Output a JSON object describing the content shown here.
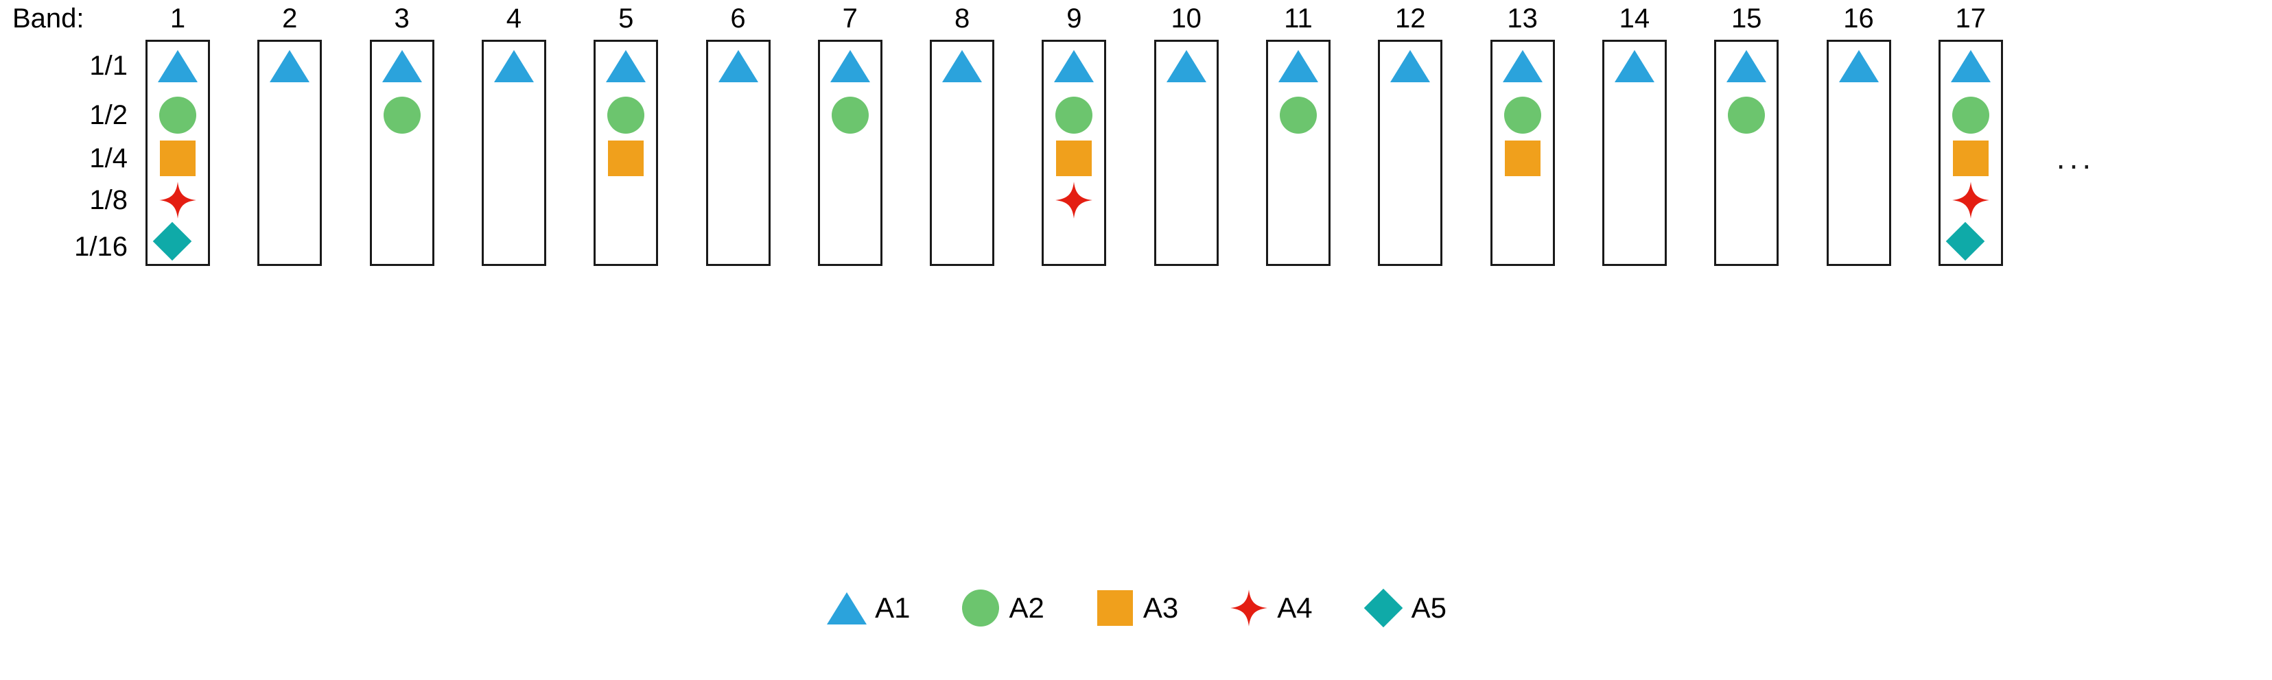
{
  "header": {
    "band_label": "Band:",
    "band_numbers": [
      "1",
      "2",
      "3",
      "4",
      "5",
      "6",
      "7",
      "8",
      "9",
      "10",
      "11",
      "12",
      "13",
      "14",
      "15",
      "16",
      "17"
    ],
    "ellipsis": "..."
  },
  "scale_labels": [
    "1/1",
    "1/2",
    "1/4",
    "1/8",
    "1/16"
  ],
  "legend": {
    "items": [
      {
        "label": "A1",
        "shape": "triangle",
        "color": "#2BA3DC",
        "icon": "triangle-icon"
      },
      {
        "label": "A2",
        "shape": "circle",
        "color": "#6CC56E",
        "icon": "circle-icon"
      },
      {
        "label": "A3",
        "shape": "square",
        "color": "#F0A01C",
        "icon": "square-icon"
      },
      {
        "label": "A4",
        "shape": "star",
        "color": "#E41E12",
        "icon": "star-icon"
      },
      {
        "label": "A5",
        "shape": "diamond",
        "color": "#0FAAA8",
        "icon": "diamond-icon"
      }
    ]
  },
  "colors": {
    "a1_blue": "#2BA3DC",
    "a2_green": "#6CC56E",
    "a3_orange": "#F0A01C",
    "a4_red": "#E41E12",
    "a5_teal": "#0FAAA8",
    "border": "#1a1a1a",
    "background": "#ffffff"
  },
  "chart_data": {
    "type": "table",
    "title": "",
    "xlabel": "Band",
    "ylabel": "",
    "categories": [
      "1",
      "2",
      "3",
      "4",
      "5",
      "6",
      "7",
      "8",
      "9",
      "10",
      "11",
      "12",
      "13",
      "14",
      "15",
      "16",
      "17"
    ],
    "row_labels": [
      "1/1",
      "1/2",
      "1/4",
      "1/8",
      "1/16"
    ],
    "series": [
      {
        "name": "A1",
        "row": "1/1",
        "shape": "triangle",
        "color": "#2BA3DC",
        "present_bands": [
          1,
          2,
          3,
          4,
          5,
          6,
          7,
          8,
          9,
          10,
          11,
          12,
          13,
          14,
          15,
          16,
          17
        ],
        "values": [
          1,
          1,
          1,
          1,
          1,
          1,
          1,
          1,
          1,
          1,
          1,
          1,
          1,
          1,
          1,
          1,
          1
        ]
      },
      {
        "name": "A2",
        "row": "1/2",
        "shape": "circle",
        "color": "#6CC56E",
        "present_bands": [
          1,
          3,
          5,
          7,
          9,
          11,
          13,
          15,
          17
        ],
        "values": [
          1,
          0,
          1,
          0,
          1,
          0,
          1,
          0,
          1,
          0,
          1,
          0,
          1,
          0,
          1,
          0,
          1
        ]
      },
      {
        "name": "A3",
        "row": "1/4",
        "shape": "square",
        "color": "#F0A01C",
        "present_bands": [
          1,
          5,
          9,
          13,
          17
        ],
        "values": [
          1,
          0,
          0,
          0,
          1,
          0,
          0,
          0,
          1,
          0,
          0,
          0,
          1,
          0,
          0,
          0,
          1
        ]
      },
      {
        "name": "A4",
        "row": "1/8",
        "shape": "star",
        "color": "#E41E12",
        "present_bands": [
          1,
          9,
          17
        ],
        "values": [
          1,
          0,
          0,
          0,
          0,
          0,
          0,
          0,
          1,
          0,
          0,
          0,
          0,
          0,
          0,
          0,
          1
        ]
      },
      {
        "name": "A5",
        "row": "1/16",
        "shape": "diamond",
        "color": "#0FAAA8",
        "present_bands": [
          1,
          17
        ],
        "values": [
          1,
          0,
          0,
          0,
          0,
          0,
          0,
          0,
          0,
          0,
          0,
          0,
          0,
          0,
          0,
          0,
          1
        ]
      }
    ],
    "legend_position": "bottom",
    "grid": false
  }
}
